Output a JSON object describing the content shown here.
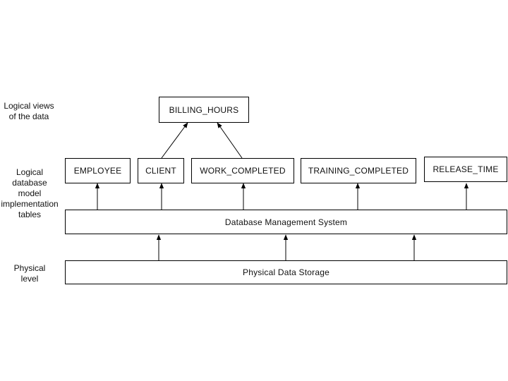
{
  "side_labels": {
    "logical_views": "Logical views\nof the data",
    "logical_model": "Logical\ndatabase\nmodel\nimplementation\ntables",
    "physical": "Physical\nlevel"
  },
  "views": {
    "billing_hours": "BILLING_HOURS"
  },
  "tables": {
    "employee": "EMPLOYEE",
    "client": "CLIENT",
    "work_completed": "WORK_COMPLETED",
    "training_completed": "TRAINING_COMPLETED",
    "release_time": "RELEASE_TIME"
  },
  "layers": {
    "dbms": "Database Management System",
    "storage": "Physical Data Storage"
  }
}
